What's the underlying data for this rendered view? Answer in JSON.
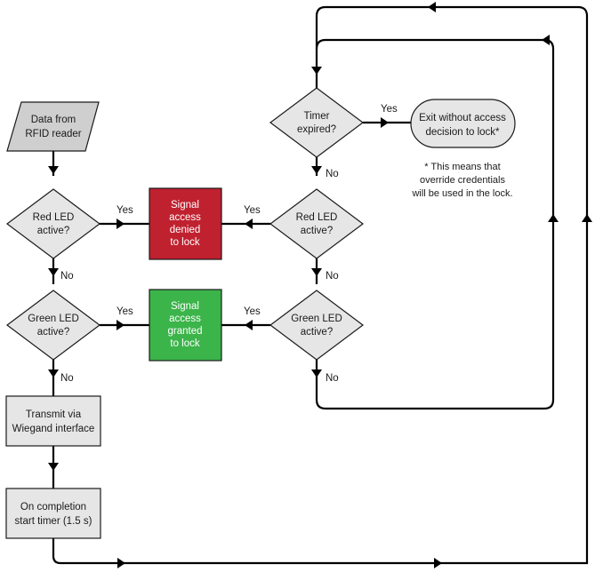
{
  "colors": {
    "node_fill": "#e6e6e6",
    "io_fill": "#cfcfcf",
    "denied_fill": "#c0212f",
    "granted_fill": "#3bb44a",
    "line": "#000000"
  },
  "nodes": {
    "rfid": [
      "Data from",
      "RFID reader"
    ],
    "red_led_left": [
      "Red LED",
      "active?"
    ],
    "green_led_left": [
      "Green LED",
      "active?"
    ],
    "transmit": [
      "Transmit via",
      "Wiegand interface"
    ],
    "completion": [
      "On completion",
      "start timer (1.5 s)"
    ],
    "signal_denied": [
      "Signal",
      "access",
      "denied",
      "to lock"
    ],
    "signal_granted": [
      "Signal",
      "access",
      "granted",
      "to lock"
    ],
    "timer": [
      "Timer",
      "expired?"
    ],
    "red_led_right": [
      "Red LED",
      "active?"
    ],
    "green_led_right": [
      "Green LED",
      "active?"
    ],
    "exit": [
      "Exit without access",
      "decision to lock*"
    ]
  },
  "edge_labels": {
    "yes": "Yes",
    "no": "No"
  },
  "footnote": [
    "* This means that",
    "override credentials",
    "will be used in the lock."
  ]
}
